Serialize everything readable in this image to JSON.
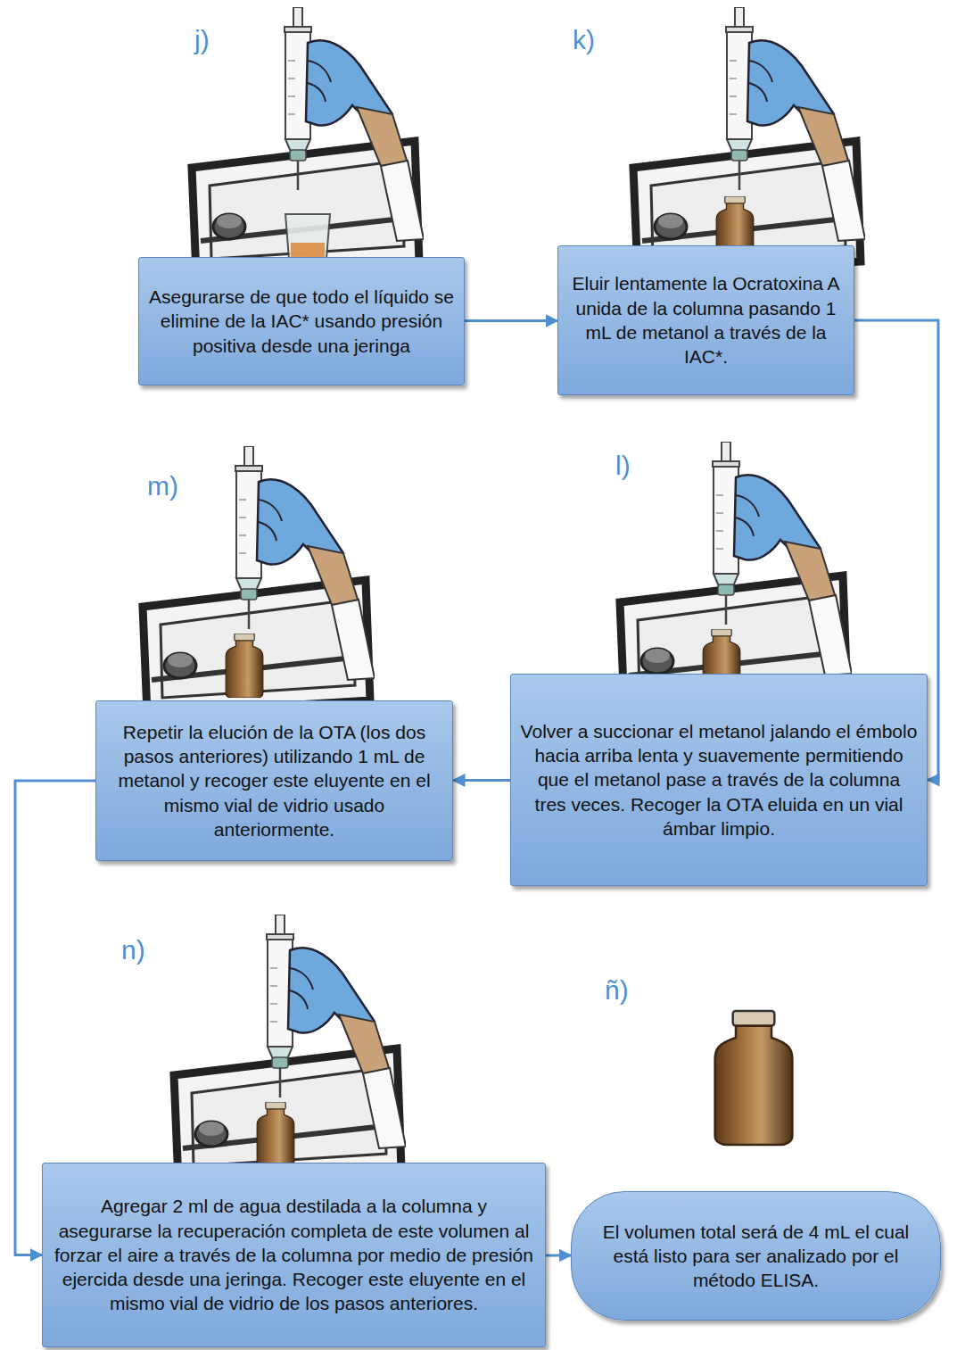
{
  "diagram": {
    "nodes": [
      {
        "text": [
          "Asegurarse de que todo el líquido se elimine de la IAC* usando presión positiva desde una jeringa"
        ]
      },
      {
        "text": [
          "Eluir lentamente la Ocratoxina A unida de la columna pasando 1 mL de metanol a través de la IAC*."
        ]
      },
      {
        "text": [
          "Repetir la elución de la OTA (los dos pasos anteriores) utilizando 1 mL de metanol y recoger este eluyente en el mismo vial de vidrio usado anteriormente."
        ]
      },
      {
        "text": [
          "Volver a succionar el metanol jalando el émbolo hacia arriba lenta y suavemente permitiendo que el metanol pase a través de la columna tres veces. Recoger la OTA eluida en un vial ámbar limpio."
        ]
      },
      {
        "text": [
          "Agregar 2 ml de agua destilada a la columna y asegurarse la recuperación completa de este volumen al forzar el aire a través de la columna por medio de presión ejercida desde una jeringa. Recoger este eluyente en el mismo vial de vidrio de los pasos anteriores."
        ]
      },
      {
        "text": [
          "El volumen total será de 4 mL el cual está listo para ser analizado por el método ELISA."
        ]
      }
    ],
    "edges": [
      {
        "from": 0,
        "to": 1,
        "arrow": "to"
      },
      {
        "from": 1,
        "to": 3,
        "arrow": "to"
      },
      {
        "from": 3,
        "to": 2,
        "arrow": "to"
      },
      {
        "from": 2,
        "to": 4,
        "arrow": "to"
      },
      {
        "from": 4,
        "to": 5,
        "arrow": "to"
      }
    ],
    "labels": [
      "j)",
      "k)",
      "m)",
      "l)",
      "n)",
      "ñ)"
    ]
  }
}
